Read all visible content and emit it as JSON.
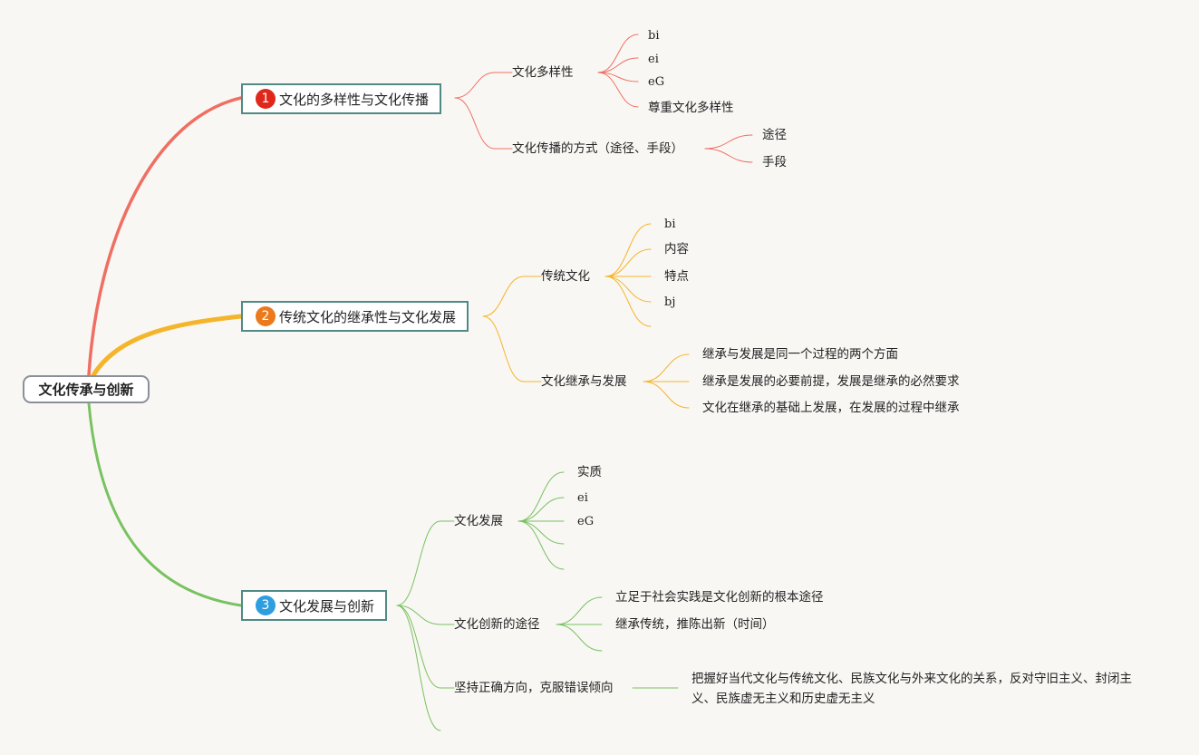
{
  "root": {
    "label": "文化传承与创新"
  },
  "colors": {
    "topic1": "#ef6f62",
    "topic2": "#f5b52b",
    "topic3": "#78c260",
    "badge1": "#e0271b",
    "badge2": "#ec7a1c",
    "badge3": "#2d9ee0",
    "border": "#4f8a86"
  },
  "topics": [
    {
      "num": "1",
      "label": "文化的多样性与文化传播",
      "subs": [
        {
          "label": "文化多样性",
          "leaves": [
            "bi",
            "ei",
            "eG",
            "尊重文化多样性"
          ]
        },
        {
          "label": "文化传播的方式（途径、手段）",
          "leaves": [
            "途径",
            "手段"
          ]
        }
      ]
    },
    {
      "num": "2",
      "label": "传统文化的继承性与文化发展",
      "subs": [
        {
          "label": "传统文化",
          "leaves": [
            "bi",
            "内容",
            "特点",
            "bj",
            ""
          ]
        },
        {
          "label": "文化继承与发展",
          "leaves": [
            "继承与发展是同一个过程的两个方面",
            "继承是发展的必要前提，发展是继承的必然要求",
            "文化在继承的基础上发展，在发展的过程中继承"
          ]
        }
      ]
    },
    {
      "num": "3",
      "label": "文化发展与创新",
      "subs": [
        {
          "label": "文化发展",
          "leaves": [
            "实质",
            "ei",
            "eG",
            "",
            ""
          ]
        },
        {
          "label": "文化创新的途径",
          "leaves": [
            "立足于社会实践是文化创新的根本途径",
            "继承传统，推陈出新（时间）",
            ""
          ]
        },
        {
          "label": "坚持正确方向，克服错误倾向",
          "leaves": [
            "把握好当代文化与传统文化、民族文化与外来文化的关系，反对守旧主义、封闭主义、民族虚无主义和历史虚无主义"
          ]
        },
        {
          "label": "",
          "leaves": []
        }
      ]
    }
  ]
}
